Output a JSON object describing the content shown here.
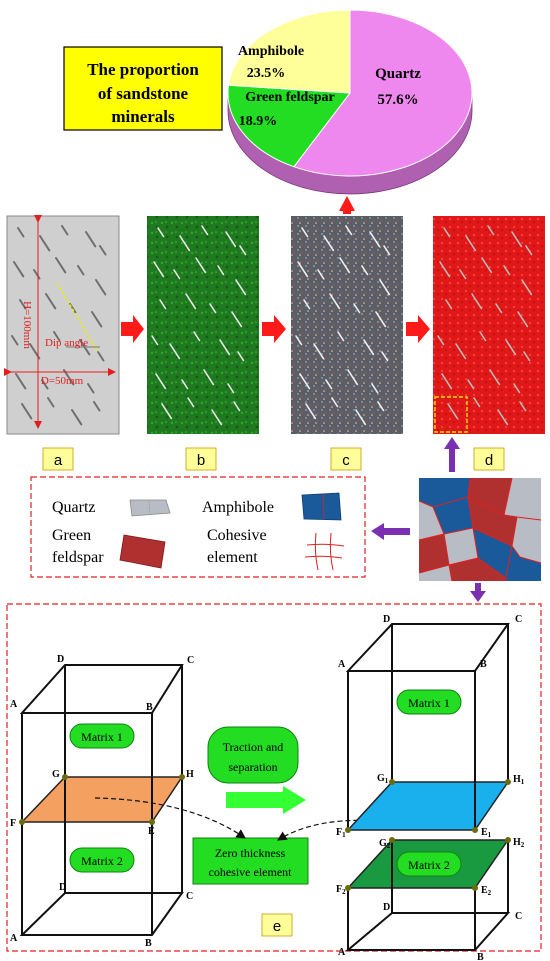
{
  "title_box": {
    "line1": "The proportion",
    "line2": "of  sandstone",
    "line3": "minerals",
    "bg": "#ffff00"
  },
  "chart_data": {
    "type": "pie",
    "title": "The proportion of sandstone minerals",
    "slices": [
      {
        "name": "Quartz",
        "value": 57.6,
        "label": "57.6%",
        "color": "#ee88ee"
      },
      {
        "name": "Green feldspar",
        "value": 18.9,
        "label": "18.9%",
        "color": "#22dd22"
      },
      {
        "name": "Amphibole",
        "value": 23.5,
        "label": "23.5%",
        "color": "#ffff99"
      }
    ]
  },
  "specimen": {
    "dip_label": "Dip angle",
    "height_label": "H=100mm",
    "width_label": "D=50mm"
  },
  "panels": [
    "a",
    "b",
    "c",
    "d",
    "e"
  ],
  "legend": {
    "quartz": "Quartz",
    "green1": "Green",
    "green2": "feldspar",
    "amphibole": "Amphibole",
    "cohesive1": "Cohesive",
    "cohesive2": "element"
  },
  "model": {
    "matrix1": "Matrix 1",
    "matrix2": "Matrix 2",
    "traction1": "Traction and",
    "traction2": "separation",
    "zero1": "Zero thickness",
    "zero2": "cohesive element"
  },
  "colors": {
    "arrow_red": "#ff1a1a",
    "arrow_purple": "#7a30b0",
    "quartz_gray": "#b8bcc4",
    "feldspar_red": "#b03030",
    "amphibole_blue": "#1a5a9a",
    "plane_orange": "#f4a060",
    "plane_cyan": "#1ab0ee",
    "plane_green": "#1a9a40",
    "pill_green": "#22dd22"
  }
}
